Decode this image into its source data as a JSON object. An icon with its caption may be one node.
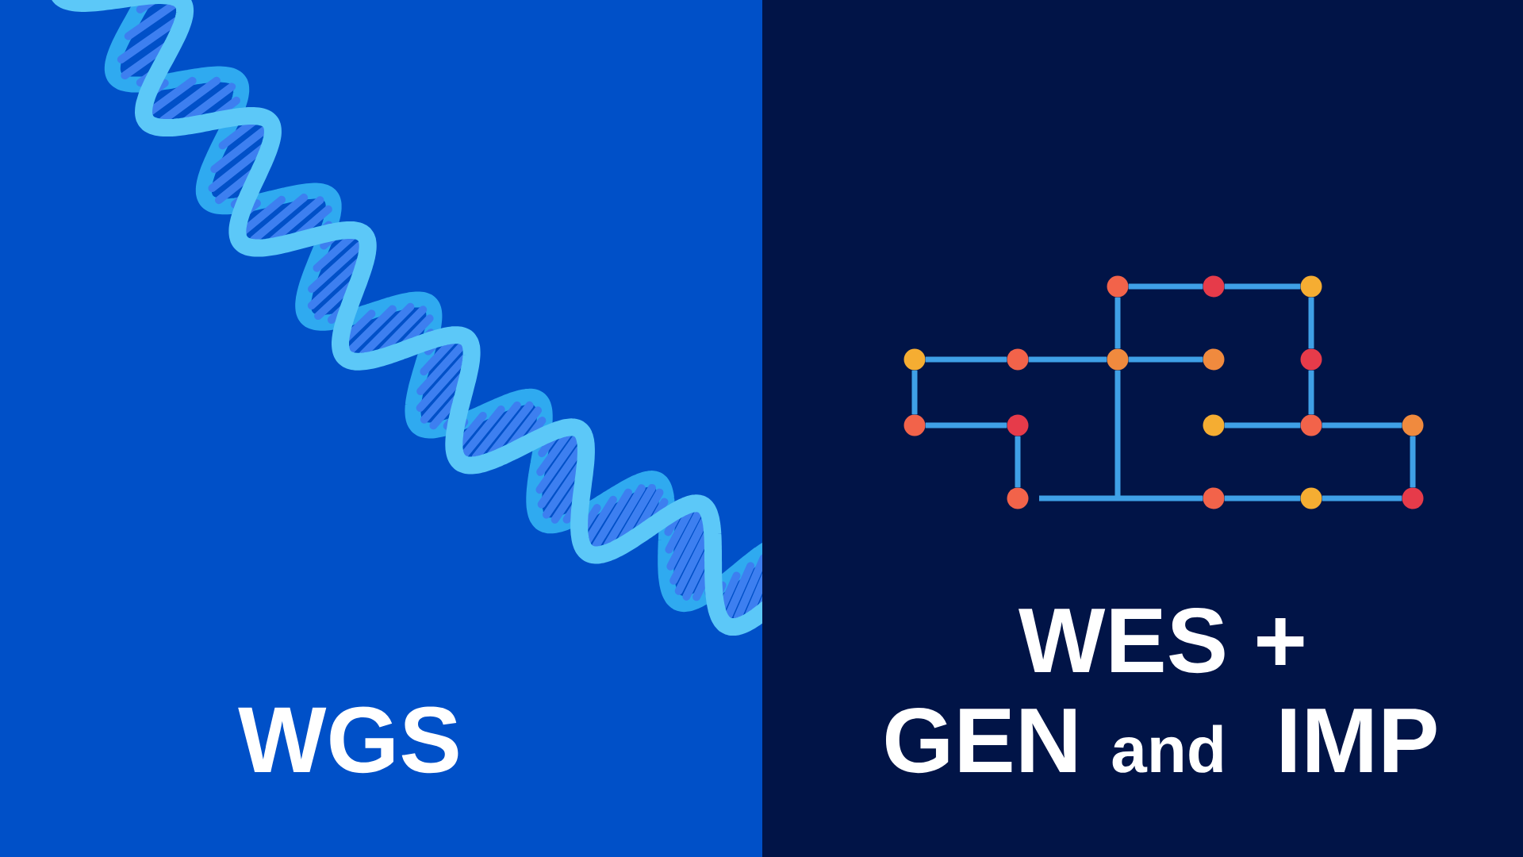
{
  "diagram": {
    "nodes": [
      {
        "text": [],
        "shape": "circle"
      },
      {
        "text": [],
        "shape": "circle"
      },
      {
        "text": [],
        "shape": "circle"
      },
      {
        "text": [],
        "shape": "circle"
      },
      {
        "text": [],
        "shape": "circle"
      },
      {
        "text": [],
        "shape": "circle"
      },
      {
        "text": [],
        "shape": "circle"
      },
      {
        "text": [],
        "shape": "circle"
      },
      {
        "text": [],
        "shape": "circle"
      },
      {
        "text": [],
        "shape": "circle"
      },
      {
        "text": [],
        "shape": "circle"
      },
      {
        "text": [],
        "shape": "circle"
      },
      {
        "text": [],
        "shape": "circle"
      },
      {
        "text": [],
        "shape": "circle"
      },
      {
        "text": [],
        "shape": "circle"
      },
      {
        "text": [],
        "shape": "circle"
      },
      {
        "text": [],
        "shape": "circle"
      }
    ],
    "edges": [
      {
        "from": 0,
        "to": 1,
        "arrow": "none"
      },
      {
        "from": 1,
        "to": 2,
        "arrow": "none"
      },
      {
        "from": 3,
        "to": 4,
        "arrow": "none"
      },
      {
        "from": 4,
        "to": 5,
        "arrow": "none"
      },
      {
        "from": 5,
        "to": 6,
        "arrow": "none"
      },
      {
        "from": 0,
        "to": 5,
        "arrow": "none"
      },
      {
        "from": 3,
        "to": 8,
        "arrow": "none"
      },
      {
        "from": 8,
        "to": 9,
        "arrow": "none"
      },
      {
        "from": 9,
        "to": 13,
        "arrow": "none"
      },
      {
        "from": 2,
        "to": 7,
        "arrow": "none"
      },
      {
        "from": 7,
        "to": 11,
        "arrow": "none"
      },
      {
        "from": 10,
        "to": 11,
        "arrow": "none"
      },
      {
        "from": 11,
        "to": 12,
        "arrow": "none"
      },
      {
        "from": 12,
        "to": 16,
        "arrow": "none"
      },
      {
        "from": 5,
        "to": 14,
        "arrow": "none"
      },
      {
        "from": 14,
        "to": 15,
        "arrow": "none"
      },
      {
        "from": 15,
        "to": 16,
        "arrow": "none"
      }
    ],
    "labels": [
      "WGS",
      "WES +",
      "GEN",
      "and",
      "IMP"
    ]
  }
}
